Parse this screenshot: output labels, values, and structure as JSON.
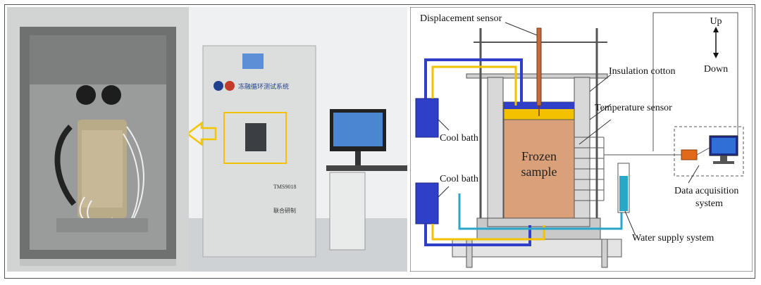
{
  "photos": {
    "cabinet_label": "TMS9018",
    "brand_text": "冻融循环测试系统",
    "maker_text": "联合研制"
  },
  "schematic": {
    "labels": {
      "displacement_sensor": "Displacement sensor",
      "insulation_cotton": "Insulation cotton",
      "temperature_sensor": "Temperature sensor",
      "cool_bath_top": "Cool bath",
      "cool_bath_bottom": "Cool bath",
      "frozen": "Frozen",
      "sample": "sample",
      "data_acq_line1": "Data acquisition",
      "data_acq_line2": "system",
      "water_supply": "Water supply system",
      "up": "Up",
      "down": "Down"
    },
    "colors": {
      "pipe_blue": "#2f3fc8",
      "pipe_cyan": "#2aa6c9",
      "pipe_yellow": "#f2c200",
      "sample": "#d9a07a",
      "arrow_yellow": "#f5c400"
    }
  }
}
